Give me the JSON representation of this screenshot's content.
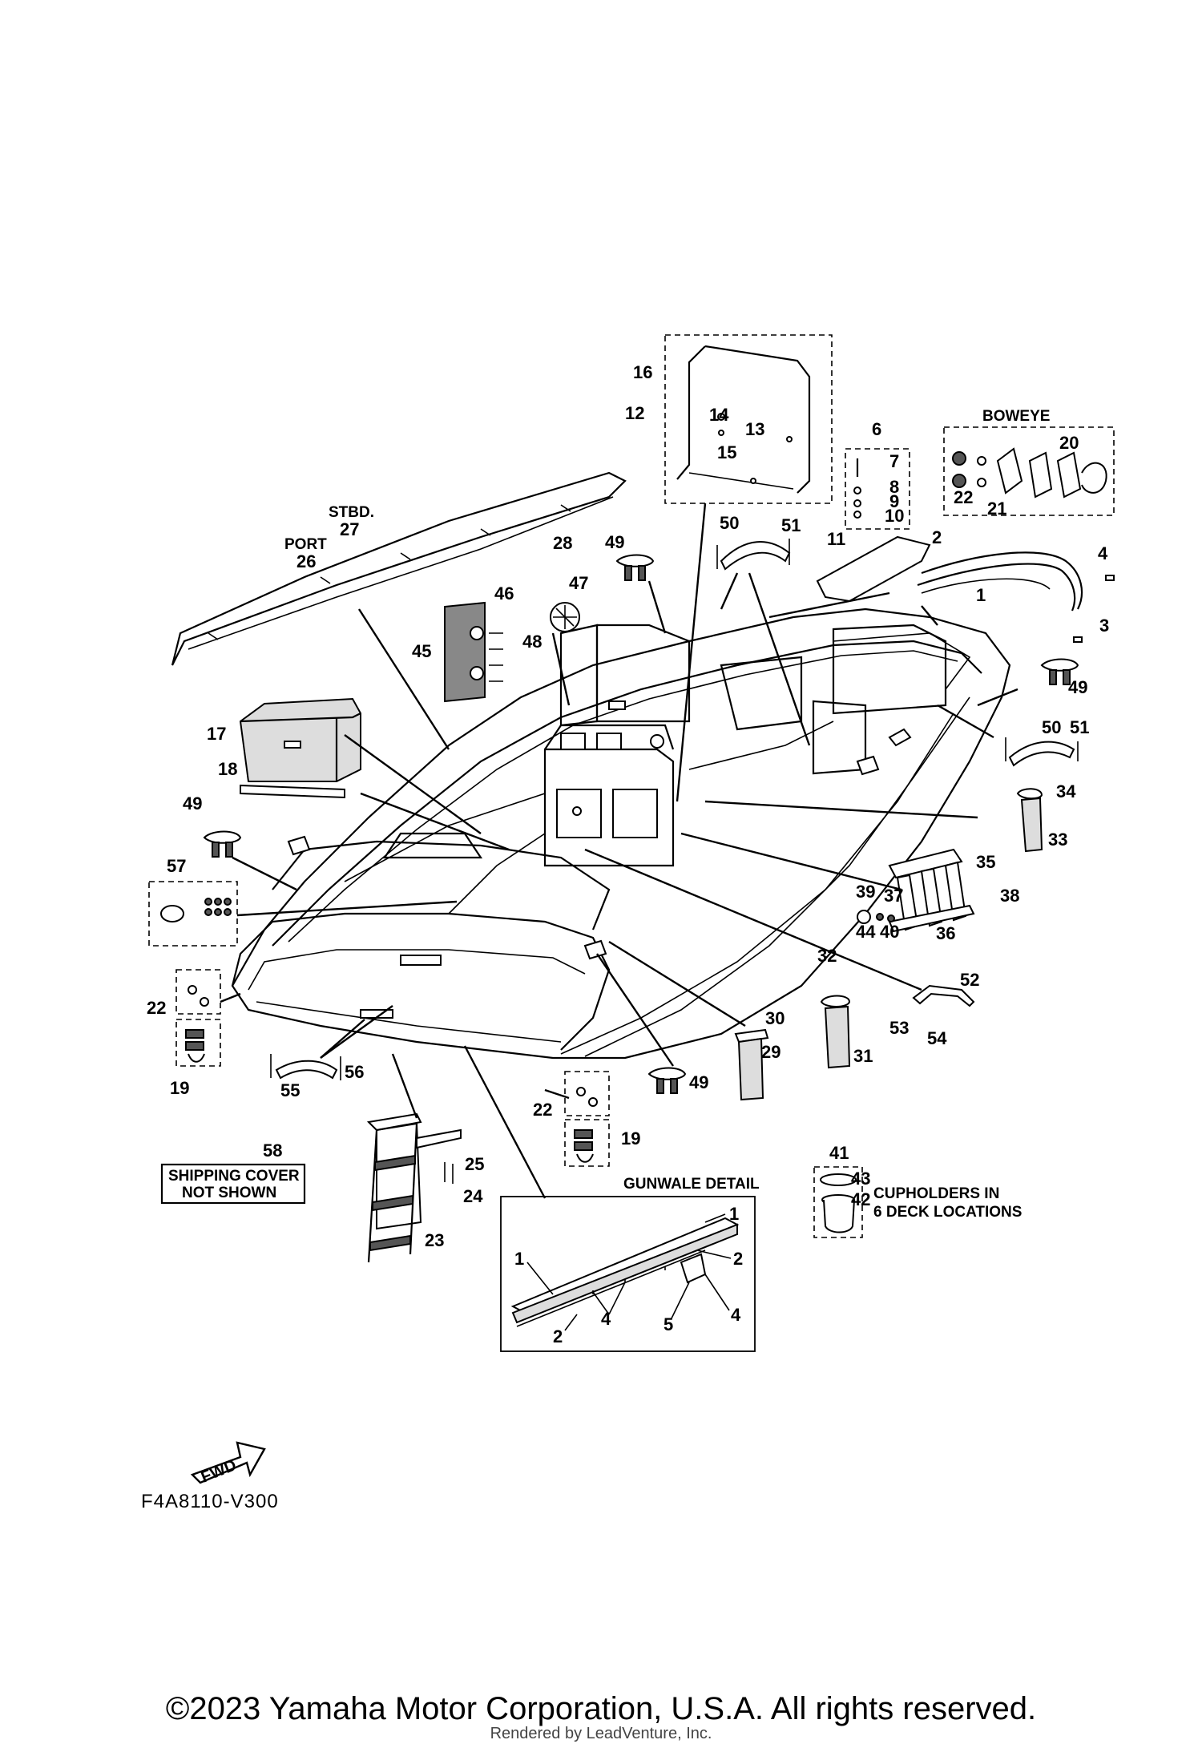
{
  "diagram": {
    "code": "F4A8110-V300",
    "copyright": "©2023 Yamaha Motor Corporation, U.S.A. All rights reserved.",
    "rendered_by": "Rendered by LeadVenture, Inc.",
    "fwd_label": "FWD",
    "headers": {
      "boweye": "BOWEYE",
      "stbd": "STBD.",
      "port": "PORT",
      "gunwale": "GUNWALE DETAIL",
      "shipping_line1": "SHIPPING COVER",
      "shipping_line2": "NOT SHOWN",
      "cupholders_line1": "CUPHOLDERS IN",
      "cupholders_line2": "6 DECK LOCATIONS"
    },
    "callouts": {
      "c1a": "1",
      "c2a": "2",
      "c3": "3",
      "c4a": "4",
      "c6": "6",
      "c7": "7",
      "c8": "8",
      "c9": "9",
      "c10": "10",
      "c11": "11",
      "c12": "12",
      "c13": "13",
      "c14": "14",
      "c15": "15",
      "c16": "16",
      "c17": "17",
      "c18": "18",
      "c19a": "19",
      "c19b": "19",
      "c20": "20",
      "c21": "21",
      "c22a": "22",
      "c22b": "22",
      "c22c": "22",
      "c23": "23",
      "c24": "24",
      "c25": "25",
      "c26": "26",
      "c27": "27",
      "c28": "28",
      "c29": "29",
      "c30": "30",
      "c31": "31",
      "c32": "32",
      "c33": "33",
      "c34": "34",
      "c35": "35",
      "c36": "36",
      "c37": "37",
      "c38": "38",
      "c39": "39",
      "c40": "40",
      "c41": "41",
      "c42": "42",
      "c43": "43",
      "c44": "44",
      "c45": "45",
      "c46": "46",
      "c47": "47",
      "c48": "48",
      "c49a": "49",
      "c49b": "49",
      "c49c": "49",
      "c49d": "49",
      "c50a": "50",
      "c50b": "50",
      "c51a": "51",
      "c51b": "51",
      "c52": "52",
      "c53": "53",
      "c54": "54",
      "c55": "55",
      "c56": "56",
      "c57": "57",
      "c58": "58",
      "g1a": "1",
      "g1b": "1",
      "g2a": "2",
      "g2b": "2",
      "g4a": "4",
      "g4b": "4",
      "g5": "5"
    }
  }
}
